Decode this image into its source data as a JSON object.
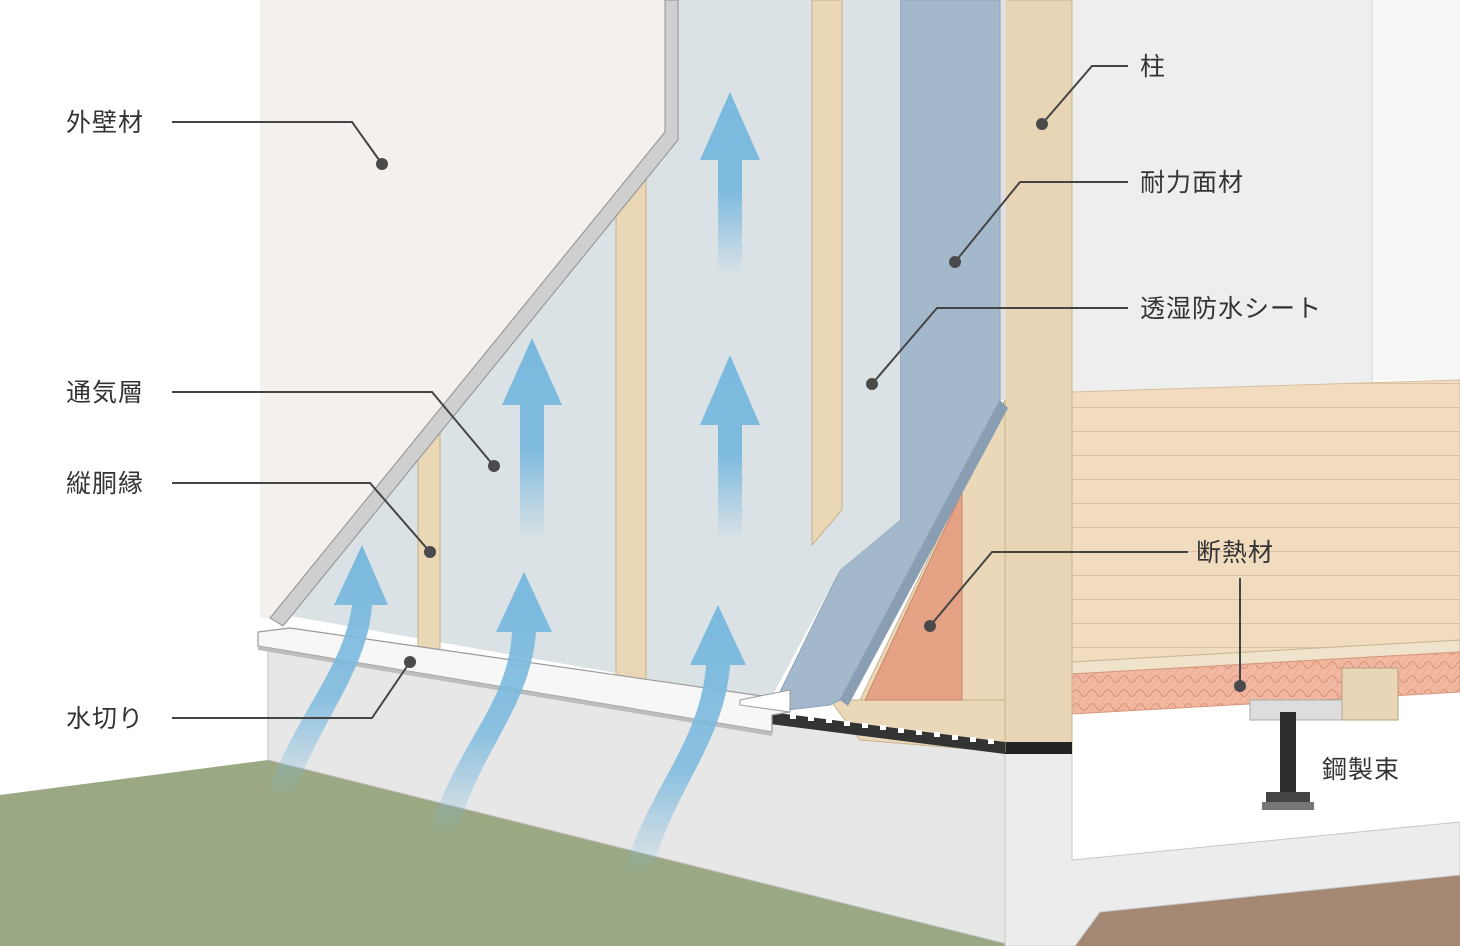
{
  "labels": {
    "exterior_wall": "外壁材",
    "ventilation_layer": "通気層",
    "vertical_furring": "縦胴縁",
    "flashing": "水切り",
    "column": "柱",
    "structural_panel": "耐力面材",
    "breathable_membrane": "透湿防水シート",
    "insulation": "断熱材",
    "steel_post": "鋼製束"
  },
  "colors": {
    "exterior_wall": "#f3f0ee",
    "ventilation_air": "#dbe2e6",
    "furring_wood": "#ead7b6",
    "membrane": "#a4b8cc",
    "column_wood": "#e8d5b5",
    "insulation": "#e8a88c",
    "airflow_arrow": "#7ab9de",
    "ground": "#9aa883",
    "foundation": "#e6e6e6",
    "floor_boards": "#f1dcc0",
    "leader_line": "#444444"
  }
}
